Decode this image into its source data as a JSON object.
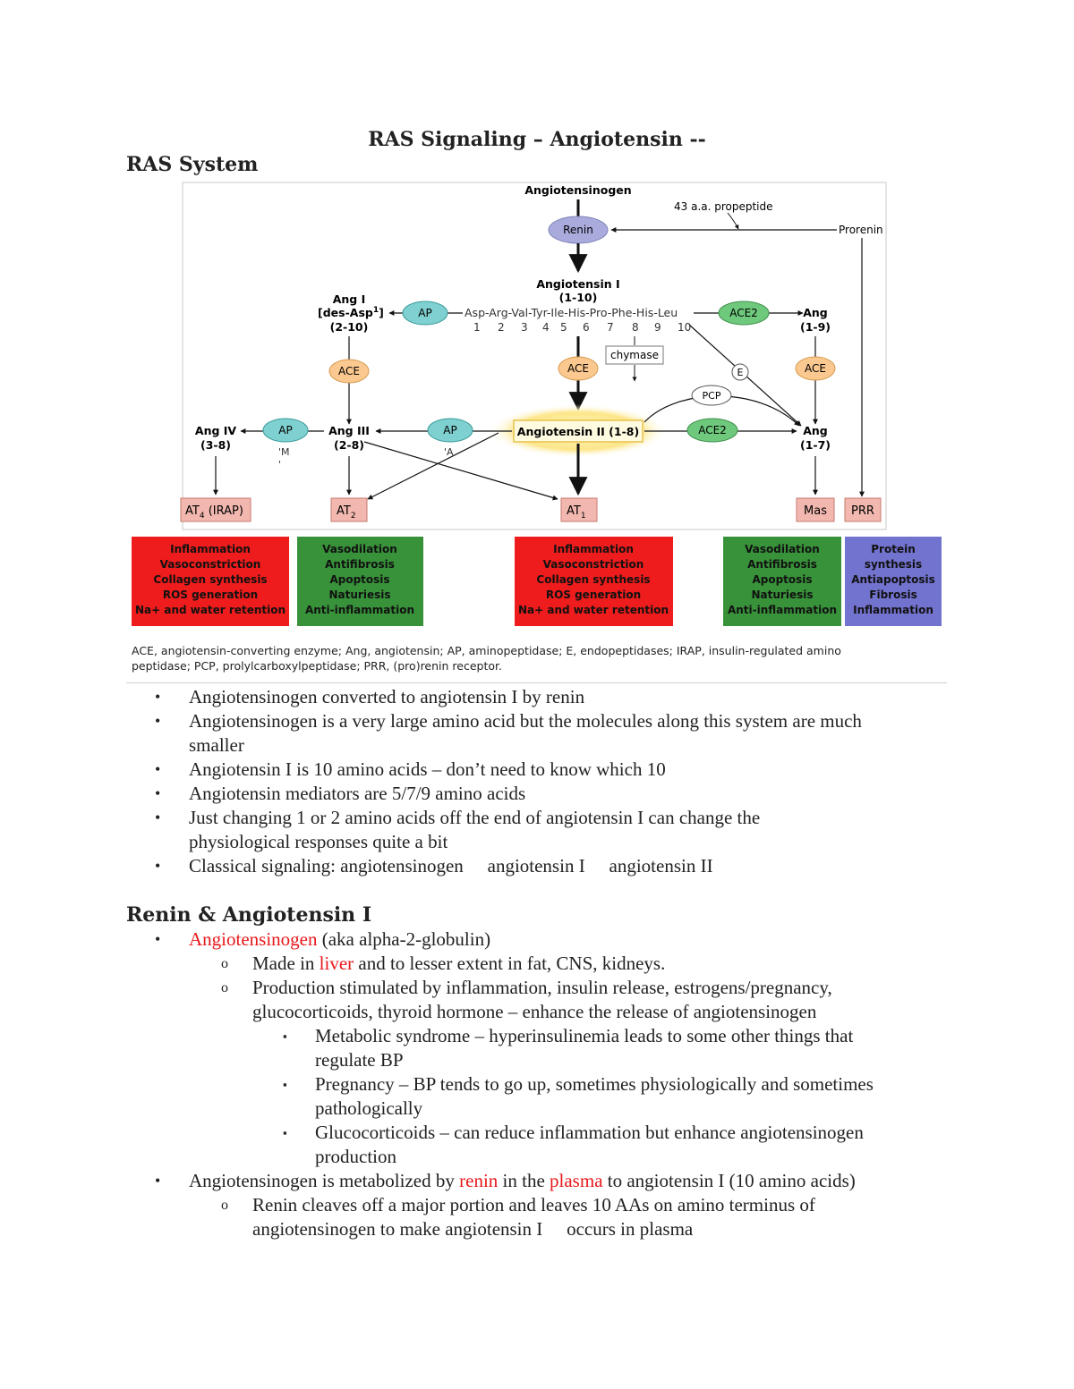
{
  "title": "RAS Signaling – Angiotensin --",
  "sections": {
    "ras_system": "RAS System",
    "renin_ang": "Renin & Angiotensin I"
  },
  "diagram": {
    "angiotensinogen": "Angiotensinogen",
    "propeptide": "43 a.a. propeptide",
    "renin": "Renin",
    "prorenin": "Prorenin",
    "ang1_title": "Angiotensin I",
    "ang1_range": "(1-10)",
    "sequence": "Asp-Arg-Val-Tyr-Ile-His-Pro-Phe-His-Leu",
    "positions": [
      "1",
      "2",
      "3",
      "4",
      "5",
      "6",
      "7",
      "8",
      "9",
      "10"
    ],
    "ang1_desasp_a": "Ang I",
    "ang1_desasp_b": "[des-Asp",
    "ang1_desasp_sup": "1",
    "ang1_desasp_c": "]",
    "ang1_desasp_d": "(2-10)",
    "ap": "AP",
    "ace": "ACE",
    "ace2": "ACE2",
    "chymase": "chymase",
    "e": "E",
    "pcp": "PCP",
    "ang19_a": "Ang",
    "ang19_b": "(1-9)",
    "ang17_a": "Ang",
    "ang17_b": "(1-7)",
    "ang_iv_a": "Ang IV",
    "ang_iv_b": "(3-8)",
    "ang_iii_a": "Ang III",
    "ang_iii_b": "(2-8)",
    "ang2": "Angiotensin II (1-8)",
    "ap_note_m": "'M",
    "ap_note_dot": "'",
    "ap_note_a": "'A",
    "at4_a": "AT",
    "at4_sub": "4",
    "at4_b": " (IRAP)",
    "at2_a": "AT",
    "at2_sub": "2",
    "at1_a": "AT",
    "at1_sub": "1",
    "mas": "Mas",
    "prr": "PRR",
    "box_red": [
      "Inflammation",
      "Vasoconstriction",
      "Collagen synthesis",
      "ROS generation",
      "Na+ and water retention"
    ],
    "box_green": [
      "Vasodilation",
      "Antifibrosis",
      "Apoptosis",
      "Naturiesis",
      "Anti-inflammation"
    ],
    "box_blue": [
      "Protein",
      "synthesis",
      "Antiapoptosis",
      "Fibrosis",
      "Inflammation"
    ],
    "colors": {
      "red": "#ee1c1c",
      "green": "#38923a",
      "blue": "#7272cf",
      "receptor": "#f2b8b0",
      "ace_fill": "#fbc98f",
      "ap_fill": "#7fd0d0",
      "ace2_fill": "#6fc97d",
      "renin_fill": "#a9abdc"
    }
  },
  "caption_line1": "ACE, angiotensin-converting enzyme; Ang, angiotensin; AP, aminopeptidase; E, endopeptidases; IRAP, insulin-regulated amino",
  "caption_line2": "peptidase; PCP, prolylcarboxylpeptidase; PRR, (pro)renin receptor.",
  "bullets1": [
    "Angiotensinogen converted to angiotensin I by renin",
    "Angiotensinogen is a very large amino acid but the molecules along this system are much",
    "smaller",
    "Angiotensin I is 10 amino acids – don’t need to know which 10",
    "Angiotensin mediators are 5/7/9 amino acids",
    "Just changing 1 or 2 amino acids off the end of angiotensin I can change the",
    "physiological responses quite a bit",
    "Classical signaling: angiotensinogen  angiotensin I  angiotensin II"
  ],
  "bullets2": {
    "b1_red": "Angiotensinogen",
    "b1_rest": " (aka alpha-2-globulin)",
    "s1_a": "Made in ",
    "s1_red": "liver",
    "s1_b": " and to lesser extent in fat, CNS, kidneys.",
    "s2_l1": "Production stimulated by inflammation, insulin release, estrogens/pregnancy,",
    "s2_l2": "glucocorticoids, thyroid hormone – enhance the release of angiotensinogen",
    "t1_l1": "Metabolic syndrome – hyperinsulinemia leads to some other things that",
    "t1_l2": "regulate BP",
    "t2_l1": "Pregnancy – BP tends to go up, sometimes physiologically and sometimes",
    "t2_l2": "pathologically",
    "t3_l1": "Glucocorticoids – can reduce inflammation but enhance angiotensinogen",
    "t3_l2": "production",
    "b2_a": "Angiotensinogen is metabolized by ",
    "b2_red1": "renin",
    "b2_b": " in the ",
    "b2_red2": "plasma",
    "b2_c": " to angiotensin I (10 amino acids)",
    "s3_l1": "Renin cleaves off a major portion and leaves 10 AAs on amino terminus of",
    "s3_l2": "angiotensinogen to make angiotensin I  occurs in plasma"
  },
  "markers": {
    "bullet": "•",
    "circle": "o",
    "square": "▪"
  }
}
